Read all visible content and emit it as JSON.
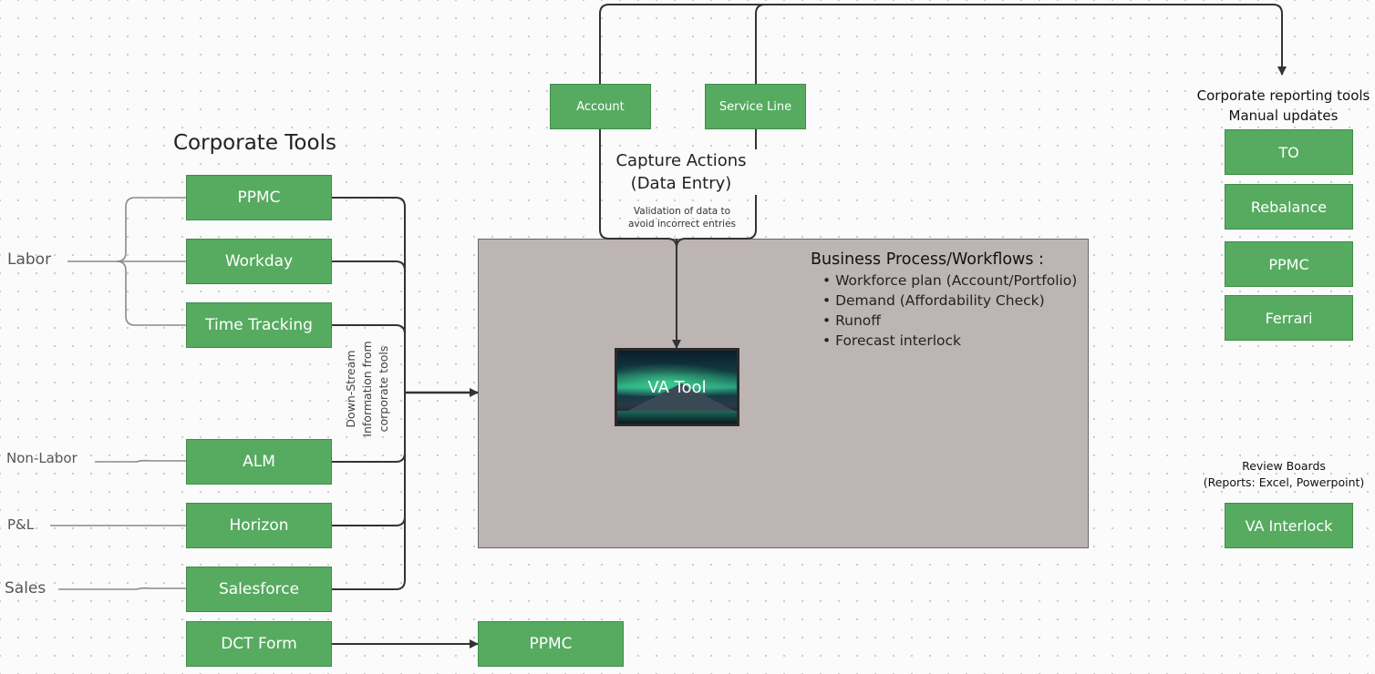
{
  "corporate_tools_title": "Corporate Tools",
  "categories": {
    "labor": "Labor",
    "non_labor": "Non-Labor",
    "pl": "P&L",
    "sales": "Sales"
  },
  "tools": {
    "ppmc": "PPMC",
    "workday": "Workday",
    "time_tracking": "Time Tracking",
    "alm": "ALM",
    "horizon": "Horizon",
    "salesforce": "Salesforce",
    "dct_form": "DCT Form"
  },
  "downstream_label": [
    "Down-Stream",
    "Information from",
    "corporate tools"
  ],
  "inputs": {
    "account": "Account",
    "service_line": "Service Line"
  },
  "capture": {
    "title_line1": "Capture Actions",
    "title_line2": "(Data Entry)",
    "note_line1": "Validation of data to",
    "note_line2": "avoid incorrect entries"
  },
  "business_process": {
    "title": "Business Process/Workflows :",
    "items": [
      "Workforce plan (Account/Portfolio)",
      "Demand (Affordability Check)",
      "Runoff",
      "Forecast interlock"
    ]
  },
  "va_tool_label": "VA Tool",
  "ppmc_output": "PPMC",
  "reporting": {
    "title_line1": "Corporate reporting tools",
    "title_line2": "Manual updates",
    "tools": [
      "TO",
      "Rebalance",
      "PPMC",
      "Ferrari"
    ]
  },
  "review": {
    "title_line1": "Review Boards",
    "title_line2": "(Reports: Excel, Powerpoint)",
    "interlock": "VA Interlock"
  },
  "colors": {
    "box_fill": "#56ab60",
    "box_border": "#3f8c48",
    "panel_fill": "#bdb5b3",
    "connector": "#333333"
  }
}
